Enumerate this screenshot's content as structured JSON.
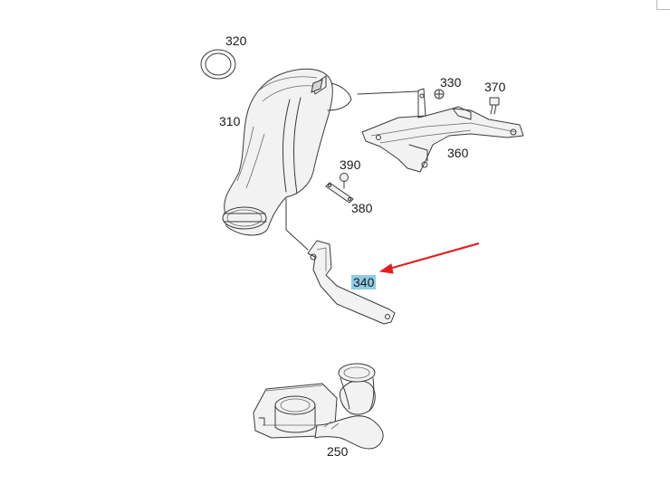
{
  "parts": [
    {
      "id": "320",
      "label": "320"
    },
    {
      "id": "310",
      "label": "310"
    },
    {
      "id": "330",
      "label": "330"
    },
    {
      "id": "370",
      "label": "370"
    },
    {
      "id": "360",
      "label": "360"
    },
    {
      "id": "390",
      "label": "390"
    },
    {
      "id": "380",
      "label": "380"
    },
    {
      "id": "340",
      "label": "340",
      "highlighted": true
    },
    {
      "id": "250",
      "label": "250"
    }
  ],
  "colors": {
    "line": "#3a3a3a",
    "highlight": "#8fcbe8",
    "arrow": "#e02020"
  }
}
